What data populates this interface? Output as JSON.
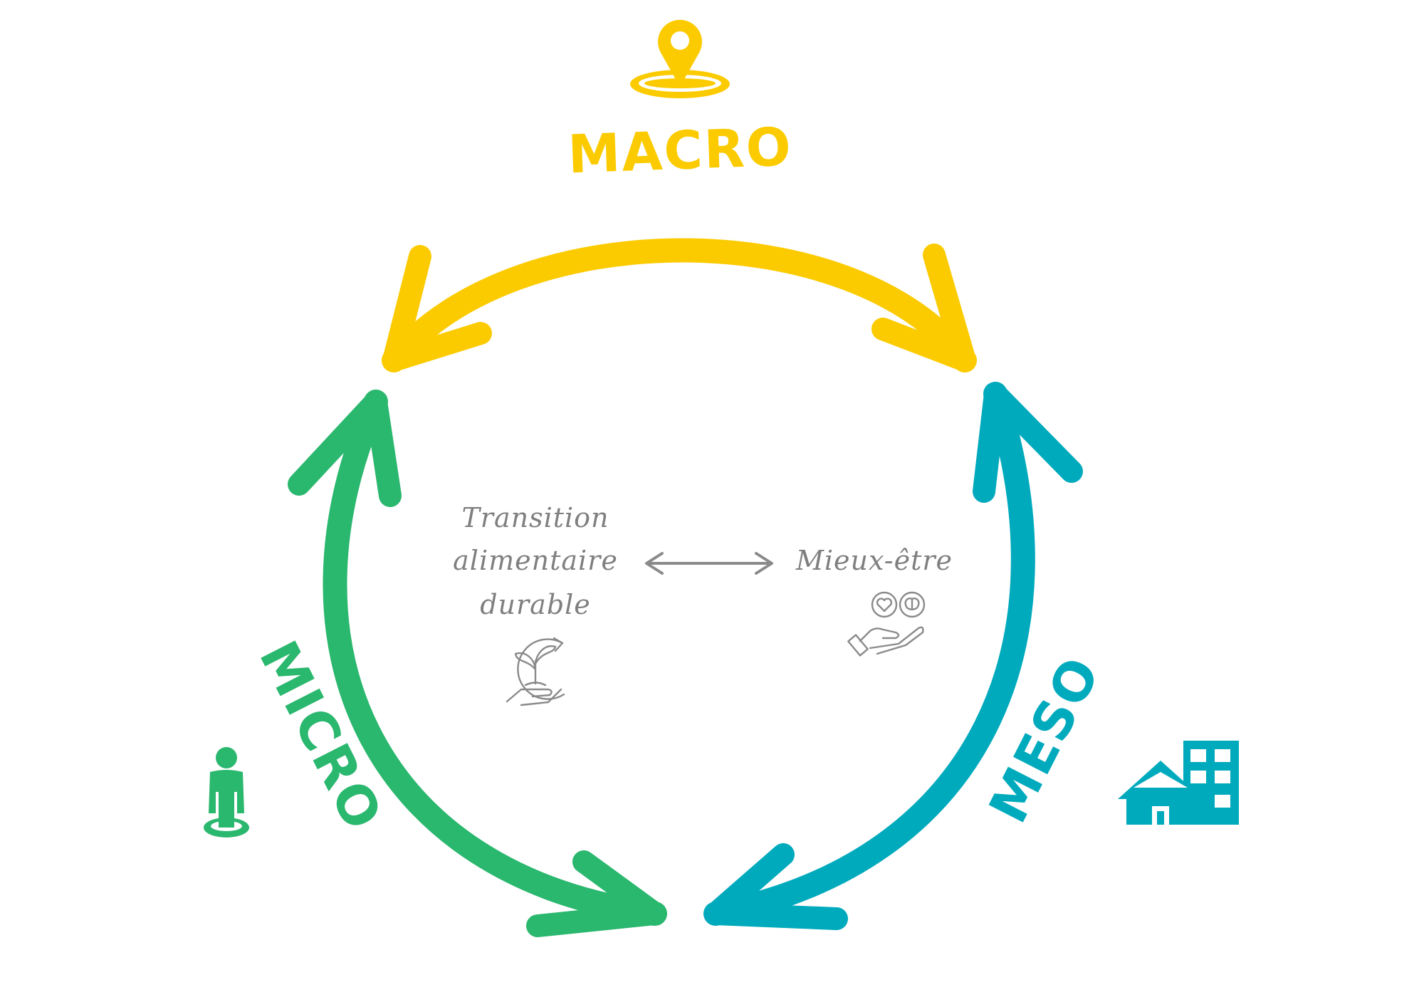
{
  "colors": {
    "macro": "#FBCB00",
    "micro": "#2AB76E",
    "meso": "#00AABD",
    "text_gray": "#7F7F7F"
  },
  "levels": {
    "macro": {
      "label": "MACRO",
      "icon": "location-pin-icon"
    },
    "micro": {
      "label": "MICRO",
      "icon": "person-standing-icon"
    },
    "meso": {
      "label": "MESO",
      "icon": "house-building-icon"
    }
  },
  "center": {
    "left_lines": [
      "Transition",
      "alimentaire",
      "durable"
    ],
    "left_icon": "plant-in-hand-icon",
    "right_label": "Mieux-être",
    "right_icon": "hand-heart-brain-icon",
    "connector_icon": "double-arrow-icon"
  }
}
